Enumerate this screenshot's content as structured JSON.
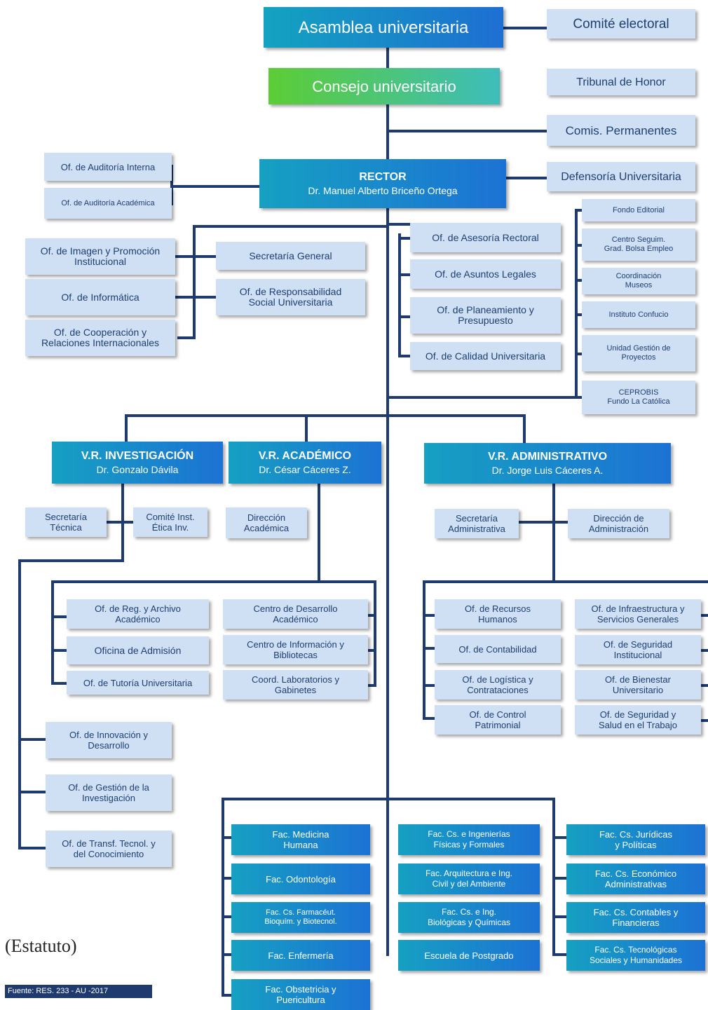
{
  "top": {
    "asamblea": "Asamblea universitaria",
    "consejo": "Consejo universitario",
    "comite_electoral": "Comité electoral",
    "tribunal": "Tribunal de Honor",
    "comisiones": "Comis. Permanentes",
    "defensoria": "Defensoría Universitaria"
  },
  "rector": {
    "title": "RECTOR",
    "name": "Dr. Manuel Alberto Briceño Ortega"
  },
  "left_offices": {
    "auditoria_interna": "Of. de Auditoría Interna",
    "auditoria_academica": "Of. de Auditoría Académica",
    "imagen": [
      "Of. de Imagen y Promoción",
      "Institucional"
    ],
    "informatica": "Of. de Informática",
    "cooperacion": [
      "Of. de Cooperación y",
      "Relaciones Internacionales"
    ],
    "secretaria_general": "Secretaría General",
    "responsabilidad": [
      "Of. de Responsabilidad",
      "Social Universitaria"
    ]
  },
  "mid_offices": {
    "asesoria": "Of. de Asesoría Rectoral",
    "legales": "Of. de Asuntos Legales",
    "planeamiento": [
      "Of. de Planeamiento y",
      "Presupuesto"
    ],
    "calidad": "Of. de Calidad Universitaria"
  },
  "right_units": {
    "fondo": "Fondo Editorial",
    "centro": [
      "Centro Seguim.",
      "Grad. Bolsa Empleo"
    ],
    "museos": [
      "Coordinación",
      "Museos"
    ],
    "confucio": "Instituto Confucio",
    "proyectos": [
      "Unidad Gestión de",
      "Proyectos"
    ],
    "ceprobis": [
      "CEPROBIS",
      "Fundo La Católica"
    ]
  },
  "vr": {
    "inv": {
      "title": "V.R. INVESTIGACIÓN",
      "name": "Dr. Gonzalo Dávila"
    },
    "aca": {
      "title": "V.R. ACADÉMICO",
      "name": "Dr. César Cáceres Z."
    },
    "adm": {
      "title": "V.R. ADMINISTRATIVO",
      "name": "Dr. Jorge Luis Cáceres A."
    }
  },
  "inv_units": {
    "sec_tecnica": [
      "Secretaría",
      "Técnica"
    ],
    "comite_etica": [
      "Comité Inst.",
      "Ética Inv."
    ],
    "innovacion": [
      "Of. de Innovación y",
      "Desarrollo"
    ],
    "gestion": [
      "Of. de Gestión de la",
      "Investigación"
    ],
    "transf": [
      "Of. de Transf. Tecnol. y",
      "del Conocimiento"
    ]
  },
  "aca_units": {
    "direccion": [
      "Dirección",
      "Académica"
    ],
    "registro": [
      "Of. de Reg. y Archivo",
      "Académico"
    ],
    "admision": "Oficina de Admisión",
    "tutoria": "Of. de Tutoría Universitaria",
    "centro_des": [
      "Centro de Desarrollo",
      "Académico"
    ],
    "centro_info": [
      "Centro de Información y",
      "Bibliotecas"
    ],
    "labs": [
      "Coord. Laboratorios y",
      "Gabinetes"
    ]
  },
  "adm_units": {
    "sec_adm": [
      "Secretaría",
      "Administrativa"
    ],
    "dir_adm": [
      "Dirección de",
      "Administración"
    ],
    "rrhh": [
      "Of. de Recursos",
      "Humanos"
    ],
    "contabilidad": "Of. de Contabilidad",
    "logistica": [
      "Of. de Logística y",
      "Contrataciones"
    ],
    "control": [
      "Of. de Control",
      "Patrimonial"
    ],
    "infra": [
      "Of. de Infraestructura y",
      "Servicios Generales"
    ],
    "seguridad": [
      "Of. de Seguridad",
      "Institucional"
    ],
    "bienestar": [
      "Of. de Bienestar",
      "Universitario"
    ],
    "salud": [
      "Of. de Seguridad y",
      "Salud en el Trabajo"
    ]
  },
  "faculties": {
    "col1": [
      [
        "Fac. Medicina",
        "Humana"
      ],
      [
        "Fac. Odontología"
      ],
      [
        "Fac. Cs. Farmacéut.",
        "Bioquím. y Biotecnol."
      ],
      [
        "Fac. Enfermería"
      ],
      [
        "Fac. Obstetricia y",
        "Puericultura"
      ]
    ],
    "col2": [
      [
        "Fac. Cs. e Ingenierías",
        "Físicas y Formales"
      ],
      [
        "Fac. Arquitectura e Ing.",
        "Civil y del Ambiente"
      ],
      [
        "Fac. Cs. e Ing.",
        "Biológicas y Químicas"
      ],
      [
        "Escuela de Postgrado"
      ]
    ],
    "col3": [
      [
        "Fac. Cs. Jurídicas",
        "y Políticas"
      ],
      [
        "Fac. Cs. Económico",
        "Administrativas"
      ],
      [
        "Fac. Cs. Contables y",
        "Financieras"
      ],
      [
        "Fac. Cs. Tecnológicas",
        "Sociales y Humanidades"
      ]
    ]
  },
  "footer": {
    "note": "(Estatuto)",
    "source": "Fuente: RES. 233 - AU -2017"
  },
  "colors": {
    "line": "#1e3a6e",
    "light_box": "#cfe0f5",
    "dark_text": "#1e3f70",
    "gradient_start": "#16a0c2",
    "gradient_end": "#1c72d4",
    "green": "#5ccd35"
  }
}
